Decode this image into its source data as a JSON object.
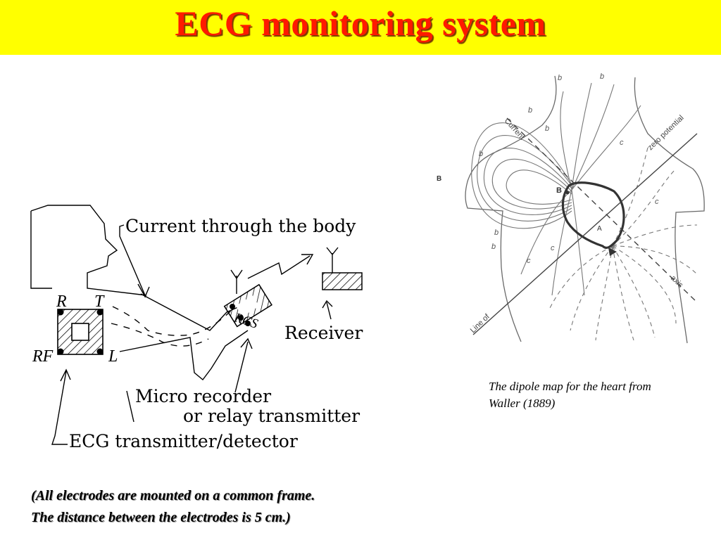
{
  "title": "ECG monitoring system",
  "schematic": {
    "label_current": "Current through the body",
    "label_receiver": "Receiver",
    "label_micro_1": "Micro recorder",
    "label_micro_2": "or relay transmitter",
    "label_ecg": "ECG transmitter/detector",
    "electrode_R": "R",
    "electrode_T": "T",
    "electrode_RF": "RF",
    "electrode_L": "L",
    "recorder_RCS": "RCS"
  },
  "dipole_map": {
    "label_current": "Current",
    "label_zero_potential": "zero potential",
    "label_axis": "axis",
    "label_line_of": "Line of",
    "label_B_outer": "B",
    "label_B_inner": "B",
    "label_A": "A",
    "contour_b": "b",
    "contour_c": "c",
    "caption_line1": "The dipole map for the heart from",
    "caption_line2": "Waller (1889)"
  },
  "note": {
    "line1": "(All electrodes are mounted on a common frame.",
    "line2": "The distance between the electrodes is 5 cm.)"
  },
  "colors": {
    "title_bar": "#ffff00",
    "title_text": "#ff1a00"
  }
}
